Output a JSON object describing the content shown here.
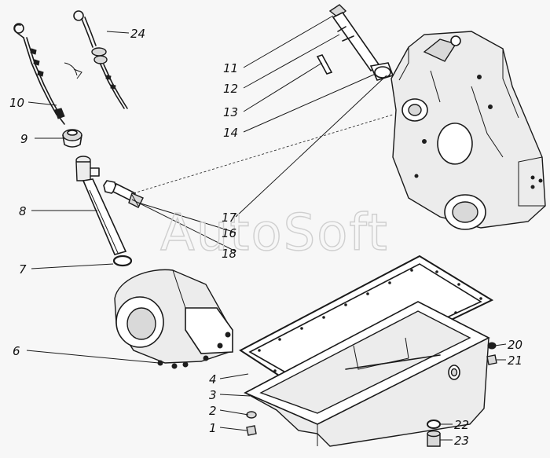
{
  "watermark": "AutoSoft",
  "callouts": [
    {
      "id": "1",
      "text": "1"
    },
    {
      "id": "2",
      "text": "2"
    },
    {
      "id": "3",
      "text": "3"
    },
    {
      "id": "4",
      "text": "4"
    },
    {
      "id": "6",
      "text": "6"
    },
    {
      "id": "7",
      "text": "7"
    },
    {
      "id": "8",
      "text": "8"
    },
    {
      "id": "9",
      "text": "9"
    },
    {
      "id": "10",
      "text": "10"
    },
    {
      "id": "11",
      "text": "11"
    },
    {
      "id": "12",
      "text": "12"
    },
    {
      "id": "13",
      "text": "13"
    },
    {
      "id": "14",
      "text": "14"
    },
    {
      "id": "16",
      "text": "16"
    },
    {
      "id": "17",
      "text": "17"
    },
    {
      "id": "18",
      "text": "18"
    },
    {
      "id": "20",
      "text": "20"
    },
    {
      "id": "21",
      "text": "21"
    },
    {
      "id": "22",
      "text": "22"
    },
    {
      "id": "23",
      "text": "23"
    },
    {
      "id": "24",
      "text": "24"
    }
  ]
}
